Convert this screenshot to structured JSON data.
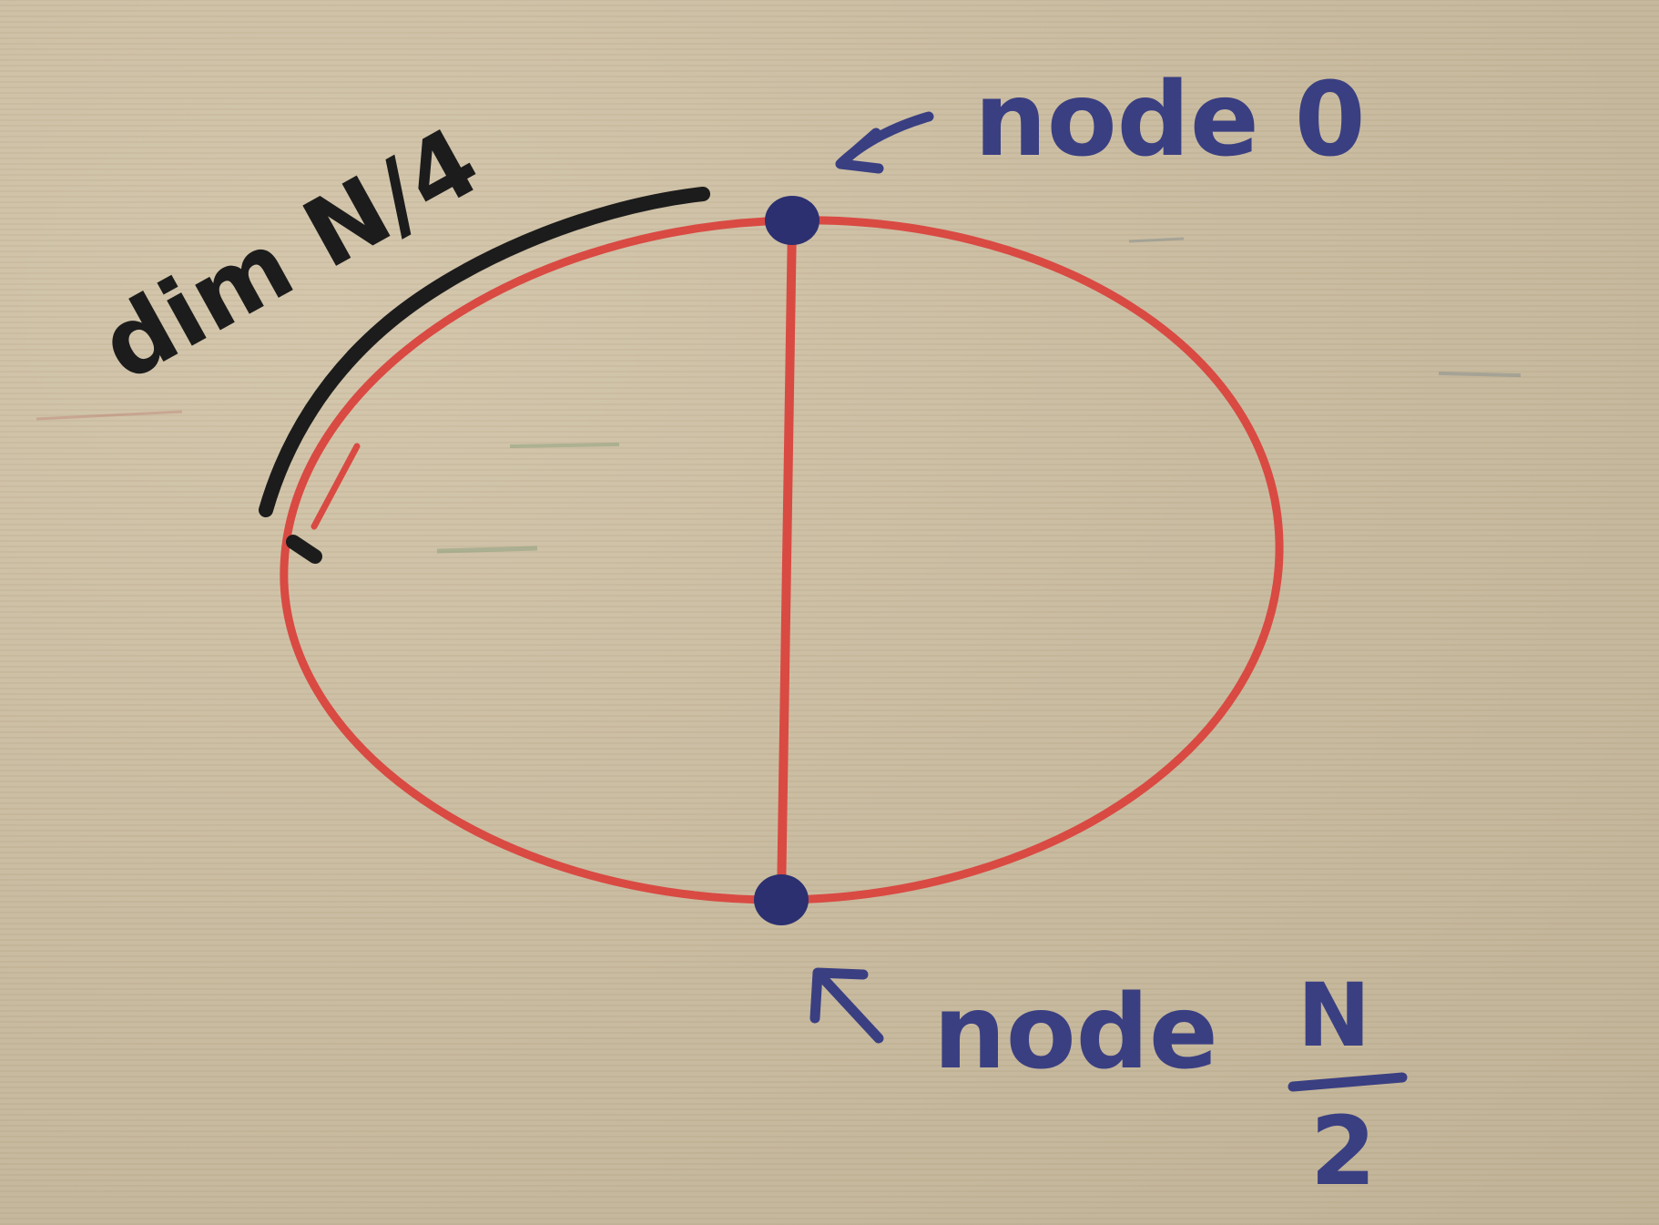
{
  "colors": {
    "paper": "#c9bb9f",
    "ring_edge": "#d94a43",
    "node_ink": "#2c3070",
    "label_ink": "#3a3f82",
    "annotation_ink": "#1c1c1c"
  },
  "labels": {
    "node_top": "node 0",
    "node_bottom_prefix": "node",
    "node_bottom_numerator": "N",
    "node_bottom_denominator": "2",
    "arc_annotation": "dim N/4"
  }
}
